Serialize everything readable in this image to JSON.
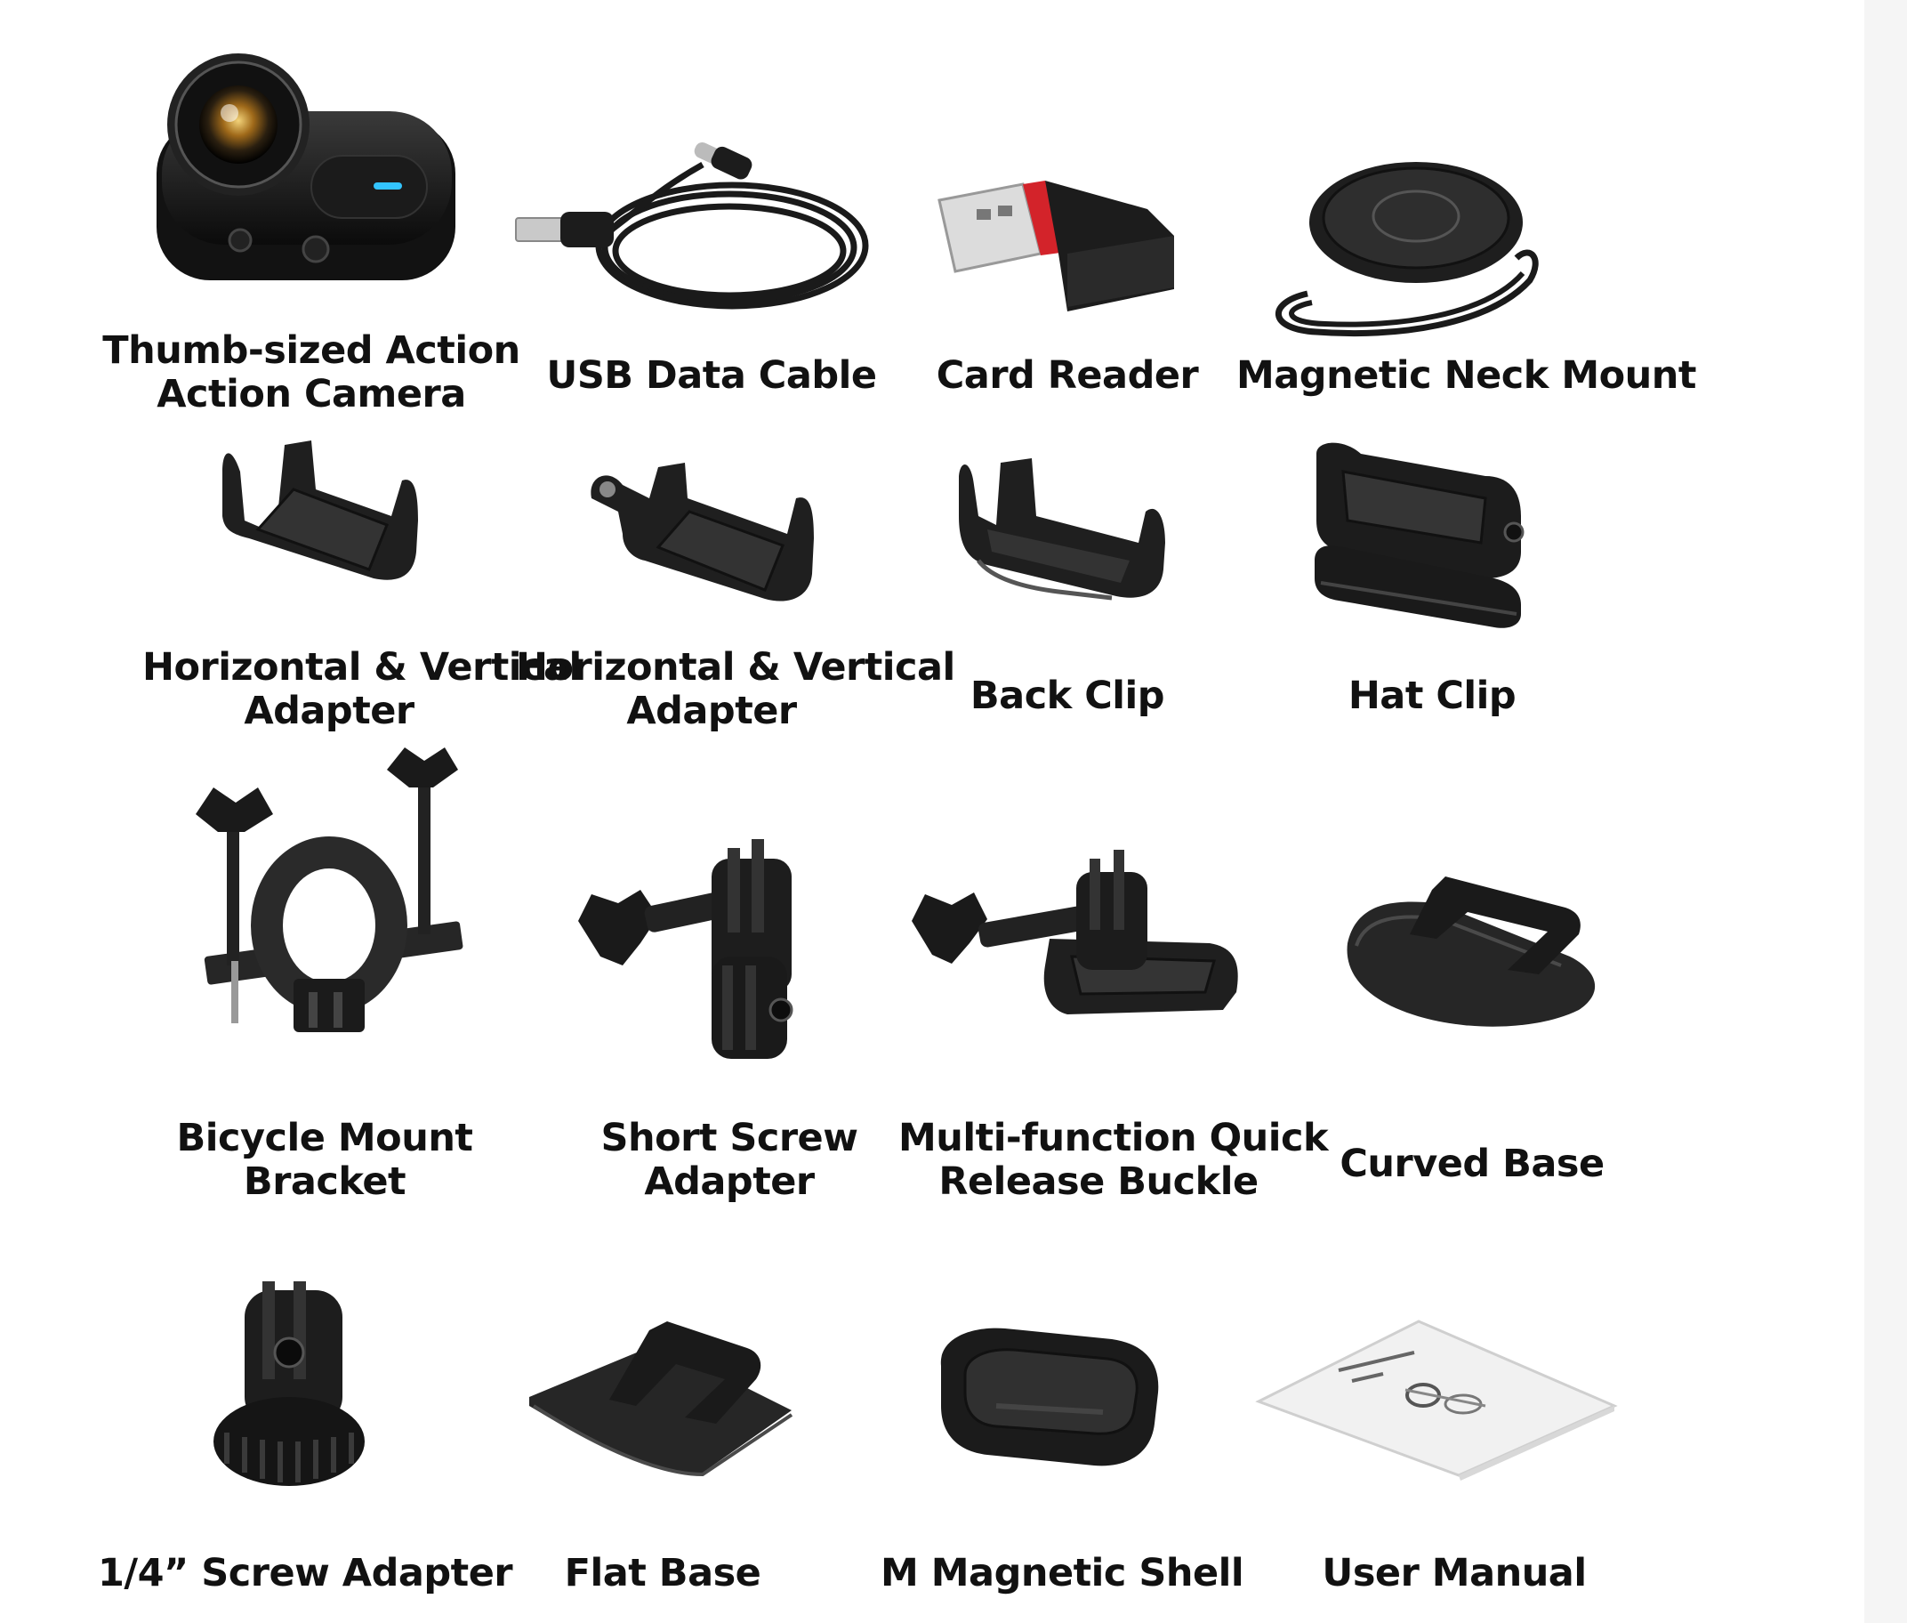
{
  "items": [
    {
      "icon": "action-camera-icon",
      "lines": [
        "Thumb-sized Action",
        "Action Camera"
      ]
    },
    {
      "icon": "usb-cable-icon",
      "lines": [
        "USB Data Cable"
      ]
    },
    {
      "icon": "card-reader-icon",
      "lines": [
        "Card Reader"
      ]
    },
    {
      "icon": "magnetic-neck-mount-icon",
      "lines": [
        "Magnetic Neck Mount"
      ]
    },
    {
      "icon": "horizontal-vertical-adapter-icon",
      "lines": [
        "Horizontal & Vertical",
        "Adapter"
      ]
    },
    {
      "icon": "horizontal-vertical-adapter-arm-icon",
      "lines": [
        "Horizontal & Vertical",
        "Adapter"
      ]
    },
    {
      "icon": "back-clip-icon",
      "lines": [
        "Back Clip"
      ]
    },
    {
      "icon": "hat-clip-icon",
      "lines": [
        "Hat Clip"
      ]
    },
    {
      "icon": "bicycle-mount-icon",
      "lines": [
        "Bicycle Mount",
        "Bracket"
      ]
    },
    {
      "icon": "short-screw-adapter-icon",
      "lines": [
        "Short Screw",
        "Adapter"
      ]
    },
    {
      "icon": "quick-release-buckle-icon",
      "lines": [
        "Multi-function Quick",
        "Release Buckle"
      ]
    },
    {
      "icon": "curved-base-icon",
      "lines": [
        "Curved Base"
      ]
    },
    {
      "icon": "quarter-inch-screw-adapter-icon",
      "lines": [
        "1/4” Screw Adapter"
      ]
    },
    {
      "icon": "flat-base-icon",
      "lines": [
        "Flat Base"
      ]
    },
    {
      "icon": "magnetic-shell-icon",
      "lines": [
        "M Magnetic Shell"
      ]
    },
    {
      "icon": "user-manual-icon",
      "lines": [
        "User Manual"
      ]
    }
  ]
}
